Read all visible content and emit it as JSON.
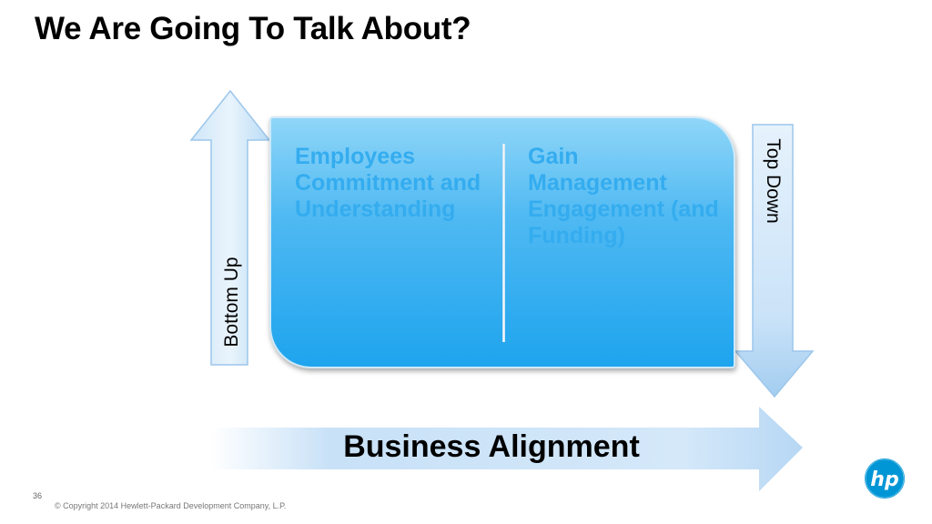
{
  "slide": {
    "title": "We Are Going To Talk About?",
    "left_column_text": "Employees Commitment and Understanding",
    "right_column_text": "Gain Management Engagement (and Funding)",
    "bottom_up_label": "Bottom Up",
    "top_down_label": "Top Down",
    "business_alignment_label": "Business Alignment",
    "page_number": "36",
    "copyright": "© Copyright 2014 Hewlett-Packard Development Company, L.P."
  },
  "logo": {
    "text": "hp",
    "icon": "hp-logo-icon",
    "color": "#0096d6"
  },
  "colors": {
    "panel_top": "#8fd6f8",
    "panel_bottom": "#1ea4ee",
    "arrow_light": "#e8f3fc",
    "arrow_mid": "#a9d1f1"
  }
}
